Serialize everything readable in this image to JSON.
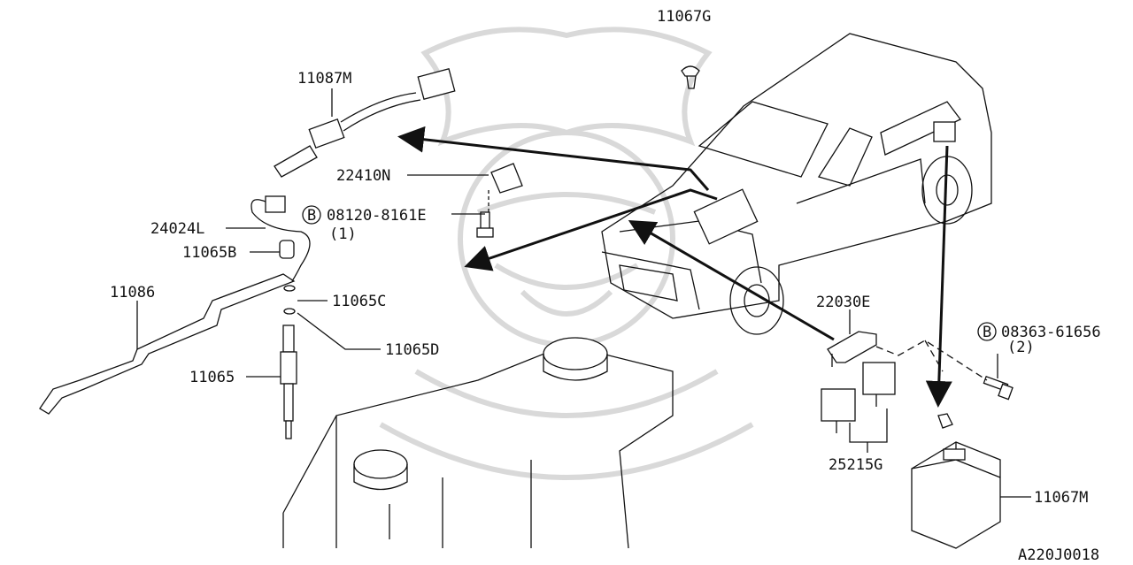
{
  "callouts": {
    "p11067G": "11067G",
    "p11087M": "11087M",
    "p22410N": "22410N",
    "bolt1_code": "08120-8161E",
    "bolt1_qty": "(1)",
    "p24024L": "24024L",
    "p11065B": "11065B",
    "p11086": "11086",
    "p11065C": "11065C",
    "p11065D": "11065D",
    "p11065": "11065",
    "p22030E": "22030E",
    "bolt2_code": "08363-61656",
    "bolt2_qty": "(2)",
    "p25215G": "25215G",
    "p11067M": "11067M"
  },
  "bolt_marker": "B",
  "drawing_ref": "A220J0018",
  "watermark": "samurai-mascot"
}
